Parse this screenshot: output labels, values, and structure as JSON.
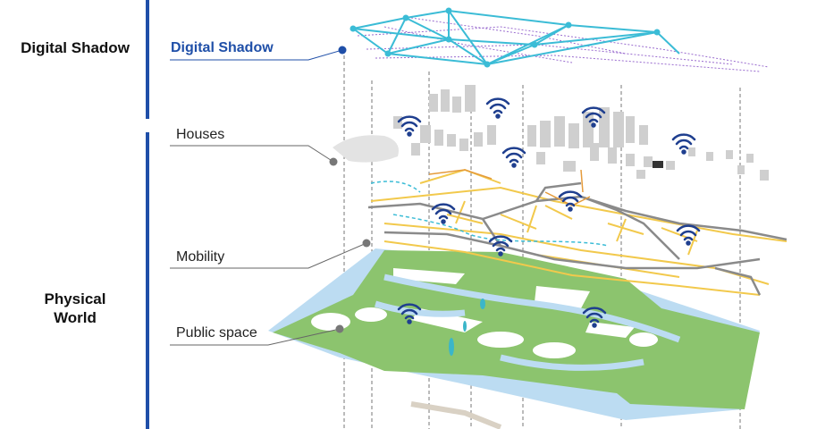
{
  "left_labels": {
    "digital_shadow": "Digital Shadow",
    "physical_world": "Physical\nWorld"
  },
  "callouts": {
    "digital_shadow": "Digital Shadow",
    "houses": "Houses",
    "mobility": "Mobility",
    "public_space": "Public space"
  },
  "colors": {
    "accent_blue": "#1f4fa8",
    "network_cyan": "#3bbcd6",
    "network_purple": "#9a6ccf",
    "buildings_grey": "#cfcfcf",
    "roads_yellow": "#f2c94c",
    "roads_grey": "#8a8a8a",
    "green_space": "#8cc46e",
    "water_blue": "#bcdcf2",
    "wifi_blue": "#1f3f8f"
  },
  "icons": [
    "wifi-icon",
    "connector-dot-icon"
  ]
}
